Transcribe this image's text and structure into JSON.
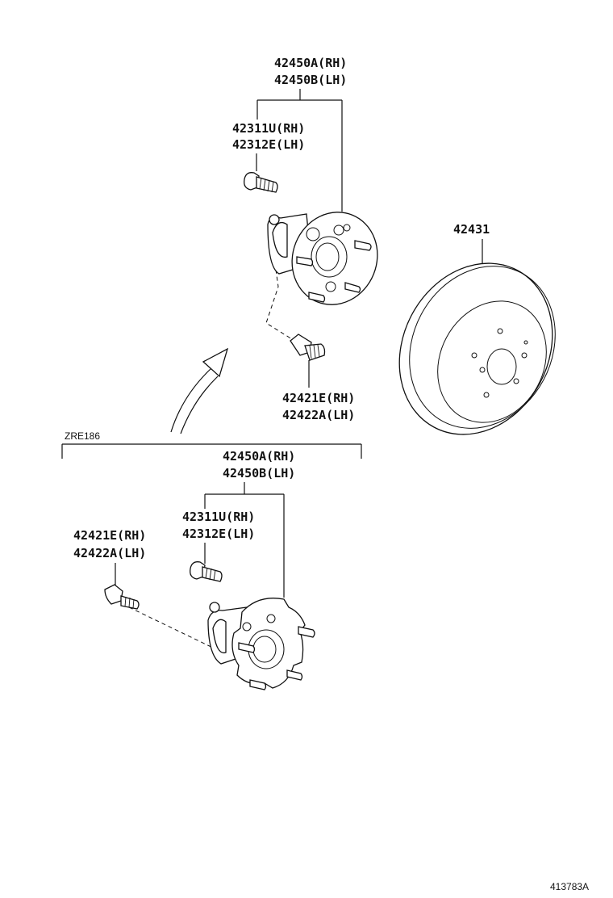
{
  "top_group": {
    "assembly_rh": "42450A(RH)",
    "assembly_lh": "42450B(LH)",
    "stud_rh": "42311U(RH)",
    "stud_lh": "42312E(LH)",
    "bolt_rh": "42421E(RH)",
    "bolt_lh": "42422A(LH)"
  },
  "rotor_label": "42431",
  "bottom_group": {
    "model_code": "ZRE186",
    "assembly_rh": "42450A(RH)",
    "assembly_lh": "42450B(LH)",
    "stud_rh": "42311U(RH)",
    "stud_lh": "42312E(LH)",
    "bolt_rh": "42421E(RH)",
    "bolt_lh": "42422A(LH)"
  },
  "diagram_id": "413783A"
}
